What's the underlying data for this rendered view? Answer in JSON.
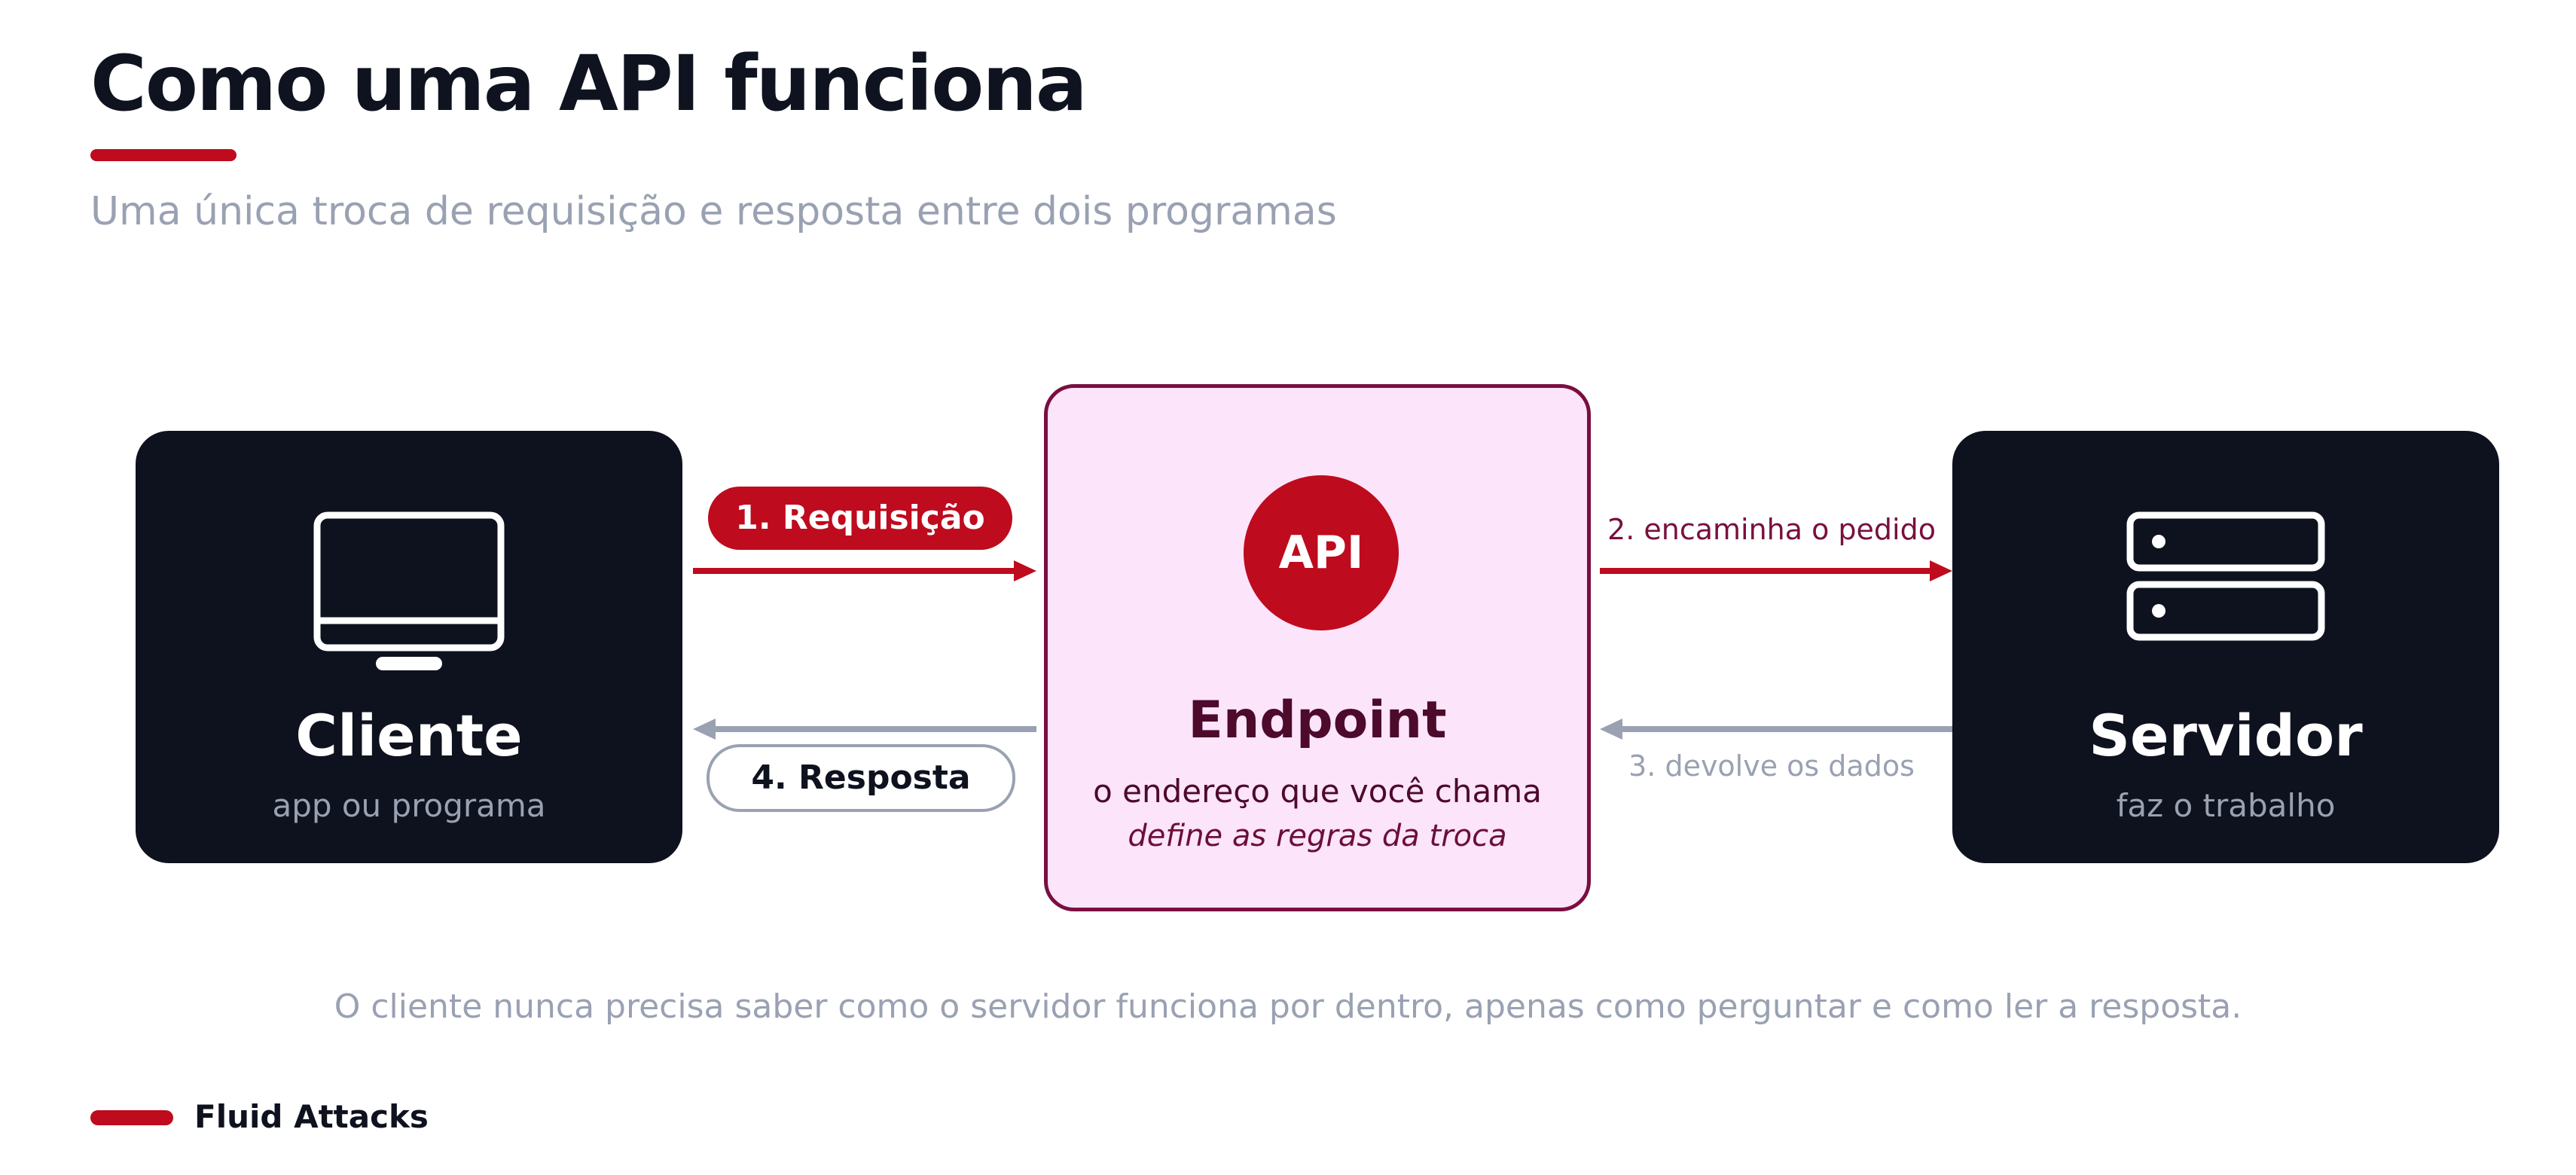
{
  "header": {
    "title": "Como uma API funciona",
    "subtitle": "Uma única troca de requisição e resposta entre dois programas"
  },
  "client": {
    "title": "Cliente",
    "subtitle": "app ou programa",
    "icon": "monitor-icon"
  },
  "endpoint": {
    "badge": "API",
    "title": "Endpoint",
    "description": "o endereço que você chama",
    "note": "define as regras da troca"
  },
  "server": {
    "title": "Servidor",
    "subtitle": "faz o trabalho",
    "icon": "server-icon"
  },
  "flow": {
    "step1": "1. Requisição",
    "step2": "2. encaminha o pedido",
    "step3": "3. devolve os dados",
    "step4": "4. Resposta"
  },
  "footer": {
    "note": "O cliente nunca precisa saber como o servidor funciona por dentro, apenas como perguntar e como ler a resposta.",
    "brand": "Fluid Attacks"
  },
  "colors": {
    "accent": "#bf0b1e",
    "dark": "#0e121e",
    "muted": "#99a1b2",
    "endpoint_fill": "#fce4fb",
    "endpoint_border": "#7a0f3f"
  }
}
